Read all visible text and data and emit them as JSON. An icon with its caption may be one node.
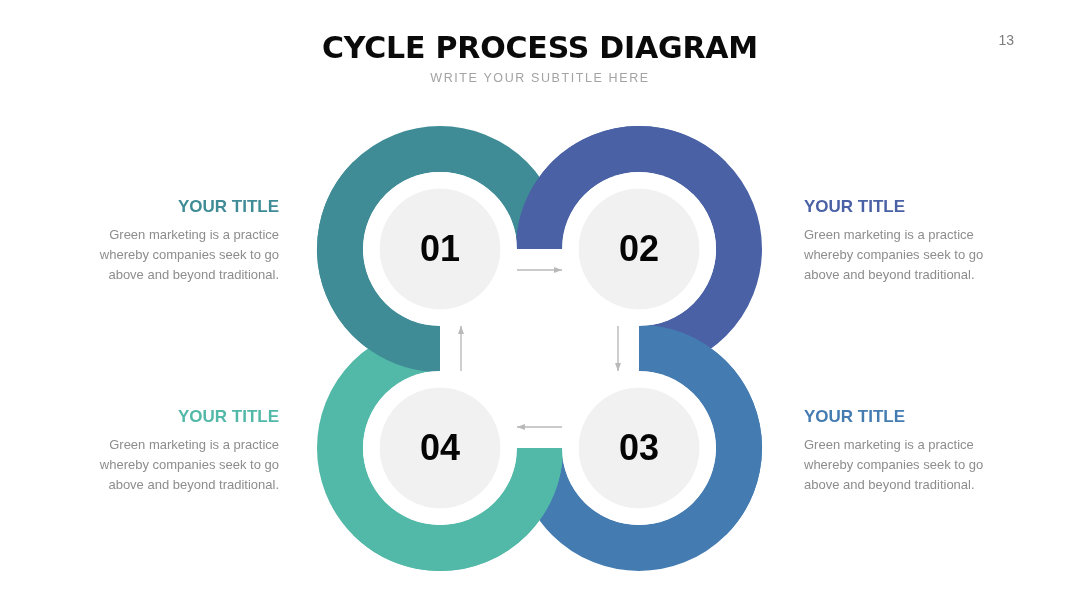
{
  "diagram": {
    "title": "CYCLE PROCESS DIAGRAM",
    "nodes": [
      {
        "text": [
          "01"
        ],
        "beside": [
          "YOUR TITLE",
          "Green marketing is a practice whereby companies seek to go above and beyond traditional."
        ]
      },
      {
        "text": [
          "02"
        ],
        "beside": [
          "YOUR TITLE",
          "Green marketing is a practice whereby companies seek to go above and beyond traditional."
        ]
      },
      {
        "text": [
          "03"
        ],
        "beside": [
          "YOUR TITLE",
          "Green marketing is a practice whereby companies seek to go above and beyond traditional."
        ]
      },
      {
        "text": [
          "04"
        ],
        "beside": [
          "YOUR TITLE",
          "Green marketing is a practice whereby companies seek to go above and beyond traditional."
        ]
      }
    ],
    "edges": [
      {
        "from": 0,
        "to": 1,
        "arrow": "to"
      },
      {
        "from": 1,
        "to": 2,
        "arrow": "to"
      },
      {
        "from": 2,
        "to": 3,
        "arrow": "to"
      },
      {
        "from": 3,
        "to": 0,
        "arrow": "to"
      }
    ],
    "labels": [
      "WRITE YOUR SUBTITLE HERE",
      "13"
    ]
  }
}
